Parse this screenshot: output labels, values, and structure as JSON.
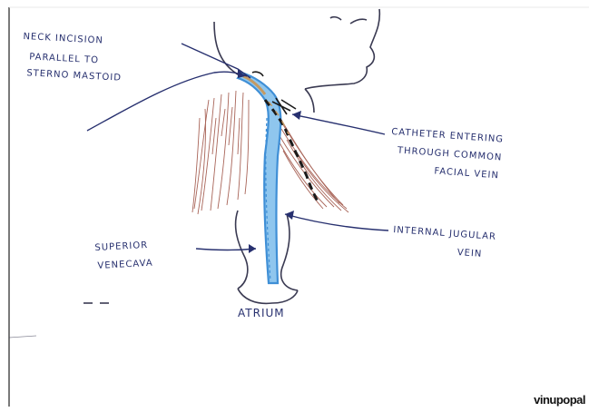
{
  "labels": {
    "neck_incision": [
      "NECK INCISION",
      "PARALLEL TO",
      "STERNO MASTOID"
    ],
    "catheter": [
      "CATHETER ENTERING",
      "THROUGH COMMON",
      "FACIAL VEIN"
    ],
    "jugular": [
      "INTERNAL JUGULAR",
      "VEIN"
    ],
    "svc": [
      "SUPERIOR",
      "VENECAVA"
    ],
    "atrium": "ATRIUM"
  },
  "watermark": "vinupopal",
  "colors": {
    "ink": "#27306f",
    "vein_blue": "#3f8fd6",
    "vein_light": "#8fc6ee",
    "muscle": "#9a4a3c",
    "catheter": "#1a1a1a",
    "catheter_tan": "#c49a63"
  }
}
